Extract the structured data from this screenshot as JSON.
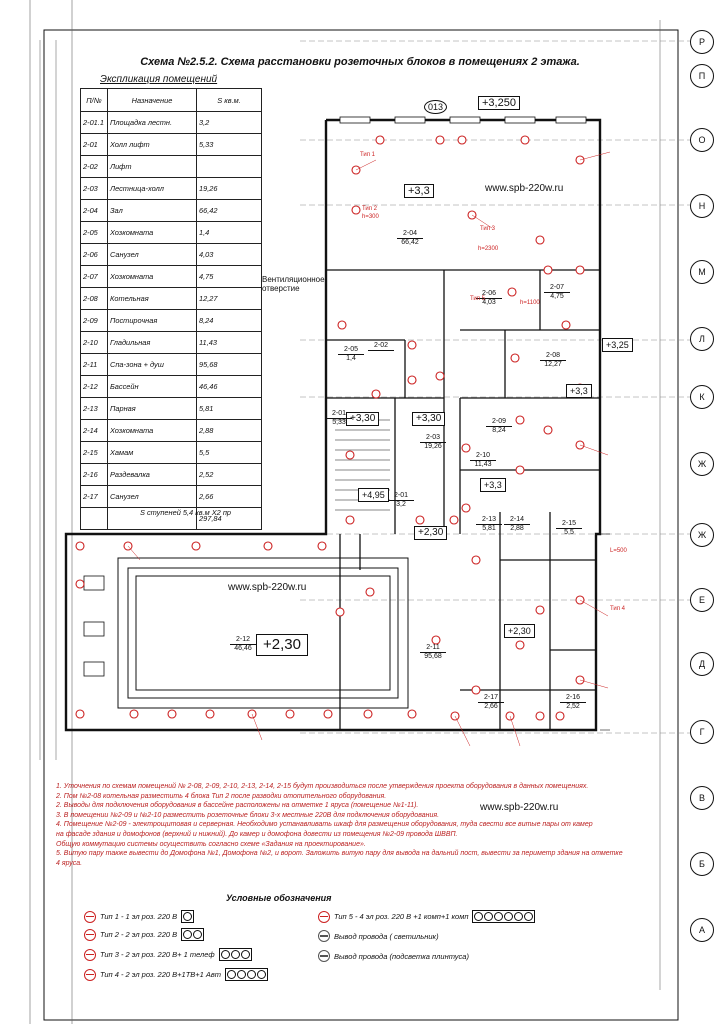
{
  "drawing": {
    "title": "Схема №2.5.2. Схема расстановки розеточных блоков в помещениях 2 этажа.",
    "watermark": "www.spb-220w.ru",
    "vent_label": "Вентиляционное отверстие"
  },
  "explication": {
    "title": "Экспликация помещений",
    "headers": [
      "П/№",
      "Назначение",
      "S кв.м."
    ],
    "rows": [
      {
        "num": "2-01.1",
        "name": "Площадка лестн.",
        "area": "3,2"
      },
      {
        "num": "2-01",
        "name": "Холл лифт",
        "area": "5,33"
      },
      {
        "num": "2-02",
        "name": "Лифт",
        "area": ""
      },
      {
        "num": "2-03",
        "name": "Лестница-холл",
        "area": "19,26"
      },
      {
        "num": "2-04",
        "name": "Зал",
        "area": "66,42"
      },
      {
        "num": "2-05",
        "name": "Хозкомната",
        "area": "1,4"
      },
      {
        "num": "2-06",
        "name": "Санузел",
        "area": "4,03"
      },
      {
        "num": "2-07",
        "name": "Хозкомната",
        "area": "4,75"
      },
      {
        "num": "2-08",
        "name": "Котельная",
        "area": "12,27"
      },
      {
        "num": "2-09",
        "name": "Постирочная",
        "area": "8,24"
      },
      {
        "num": "2-10",
        "name": "Гладильная",
        "area": "11,43"
      },
      {
        "num": "2-11",
        "name": "Спа-зона + душ",
        "area": "95,68"
      },
      {
        "num": "2-12",
        "name": "Бассейн",
        "area": "46,46"
      },
      {
        "num": "2-13",
        "name": "Парная",
        "area": "5,81"
      },
      {
        "num": "2-14",
        "name": "Хозкомната",
        "area": "2,88"
      },
      {
        "num": "2-15",
        "name": "Хамам",
        "area": "5,5"
      },
      {
        "num": "2-16",
        "name": "Раздевалка",
        "area": "2,52"
      },
      {
        "num": "2-17",
        "name": "Санузел",
        "area": "2,66"
      }
    ],
    "total": "297,84",
    "steps": "S ступеней   5,4 кв.м X2 пр"
  },
  "levels": [
    "013",
    "+3,250",
    "+3,3",
    "+3,25",
    "+3,3",
    "+3,30",
    "+3,30",
    "+3,3",
    "+4,95",
    "+2,30",
    "+2,30",
    "+2,30"
  ],
  "rooms": [
    {
      "id": "2-04",
      "area": "66,42"
    },
    {
      "id": "2-05",
      "area": "1,4"
    },
    {
      "id": "2-02",
      "area": ""
    },
    {
      "id": "2-06",
      "area": "4,03"
    },
    {
      "id": "2-07",
      "area": "4,75"
    },
    {
      "id": "2-08",
      "area": "12,27"
    },
    {
      "id": "2-01",
      "area": "5,33"
    },
    {
      "id": "2-03",
      "area": "19,26"
    },
    {
      "id": "2-09",
      "area": "8,24"
    },
    {
      "id": "2-10",
      "area": "11,43"
    },
    {
      "id": "2-01",
      "area": "3,2"
    },
    {
      "id": "2-13",
      "area": "5,81"
    },
    {
      "id": "2-14",
      "area": "2,88"
    },
    {
      "id": "2-15",
      "area": "5,5"
    },
    {
      "id": "2-12",
      "area": "46,46"
    },
    {
      "id": "2-11",
      "area": "95,68"
    },
    {
      "id": "2-17",
      "area": "2,66"
    },
    {
      "id": "2-16",
      "area": "2,52"
    }
  ],
  "axes": [
    "Р",
    "П",
    "О",
    "Н",
    "М",
    "Л",
    "К",
    "Ж",
    "Ж",
    "Е",
    "Д",
    "Г",
    "В",
    "Б",
    "А"
  ],
  "tags": [
    "Тип 1",
    "Тип 2",
    "Тип 3",
    "Тип 4",
    "Тип 5",
    "h=300",
    "h=1100",
    "L=500",
    "h=2300"
  ],
  "notes": [
    "1. Уточнения по схемам помещений № 2-08, 2-09, 2-10, 2-13, 2-14, 2-15 будут производиться после утверждения проекта оборудования в данных помещениях.",
    "2. Пом №2-08 котельная разместить 4 блока Тип 2 после разводки отопительного оборудования.",
    "2. Выводы для подключения оборудования в бассейне расположены на отметке 1 яруса (помещение №1-11).",
    "3. В помещении №2-09 и №2-10 разместить розеточные блоки 3-х местные 220В для подключения оборудования.",
    "4. Помещение №2-09 - электрощитовая и серверная. Необходимо устанавливать шкаф для размещения оборудования, туда свести все витые пары от камер",
    "на фасаде здания и домофонов (верхний и нижний). До камер и домофона довести из помещения №2-09 провода ШВВП.",
    "Общую коммутацию системы осуществить согласно схеме «Задания на проектирование».",
    "5. Витую пару также вывести до Домофона №1, Домофона №2, и ворот. Заложить витую пару для вывода на дальний пост, вывести за периметр здания на отметке",
    "4 яруса."
  ],
  "legend": {
    "title": "Условные обозначения",
    "items": [
      {
        "label": "Тип 1 - 1 эл роз. 220 В",
        "cells": 1
      },
      {
        "label": "Тип 2 - 2 эл роз. 220 В",
        "cells": 2
      },
      {
        "label": "Тип 3 - 2 эл роз. 220 В+ 1 телеф",
        "cells": 3
      },
      {
        "label": "Тип 4 - 2 эл роз. 220 В+1ТВ+1 Авт",
        "cells": 4
      },
      {
        "label": "Тип 5 - 4 эл роз. 220 В +1 комп+1 комп",
        "cells": 6
      },
      {
        "label": "Вывод провода ( светильник)",
        "cells": 0
      },
      {
        "label": "Вывод провода (подсветка плинтуса)",
        "cells": 0
      }
    ]
  },
  "colors": {
    "socket": "#cc2222",
    "notes": "#b22222",
    "lines": "#111111"
  }
}
